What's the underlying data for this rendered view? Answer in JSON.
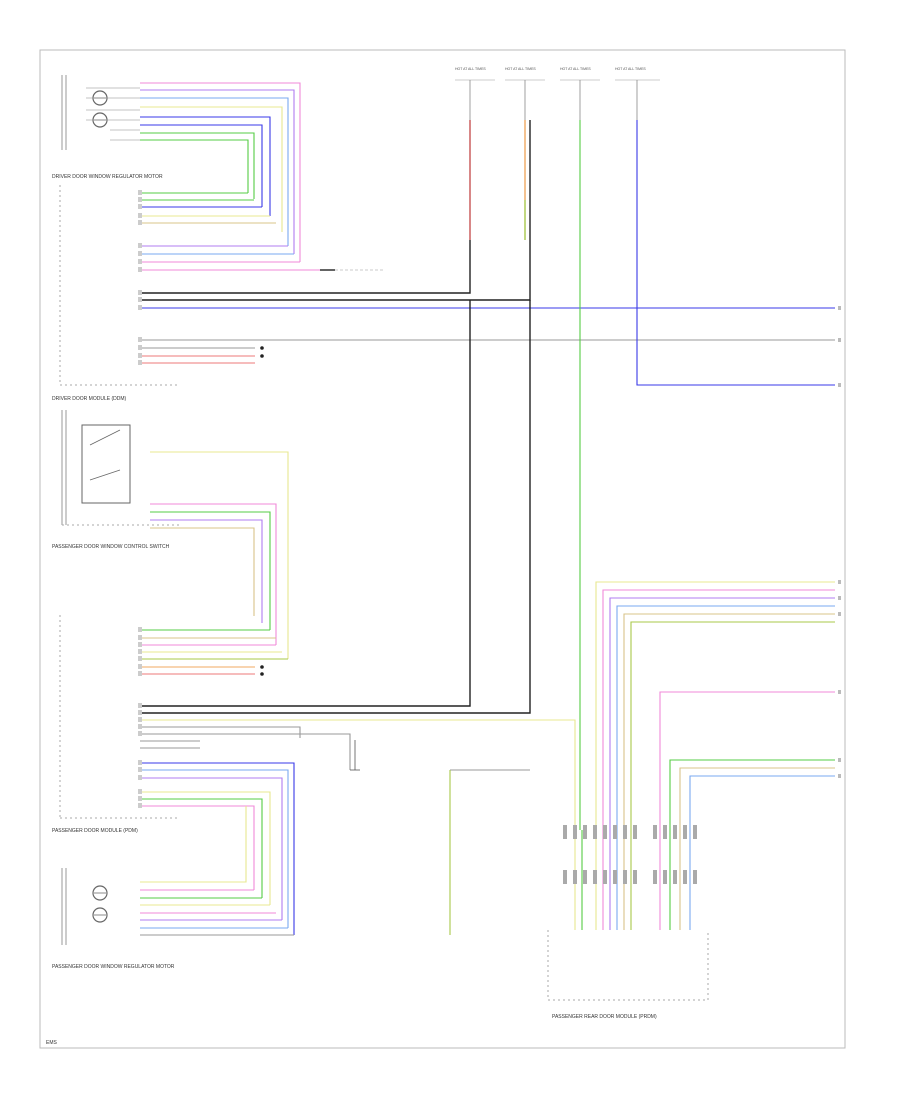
{
  "colors": {
    "frame": "#bbbbbb",
    "black": "#222222",
    "blue": "#3a3ae8",
    "green": "#55cc44",
    "pink": "#f08ad8",
    "violet": "#b07cf0",
    "yellow": "#e8e890",
    "red": "#ee7a7a",
    "orange": "#f0a860",
    "gray": "#999999",
    "lightblue": "#7aa8f0",
    "tan": "#d8c48a",
    "olive": "#a8c84a"
  },
  "labels": {
    "driver_window_switch": "DRIVER DOOR WINDOW REGULATOR MOTOR",
    "driver_door_module": "DRIVER DOOR MODULE (DDM)",
    "passenger_control_switch": "PASSENGER DOOR WINDOW CONTROL SWITCH",
    "passenger_door_module": "PASSENGER DOOR MODULE (PDM)",
    "passenger_window_motor": "PASSENGER DOOR WINDOW REGULATOR MOTOR",
    "rear_door_module": "PASSENGER REAR DOOR MODULE (PRDM)",
    "footer": "EMS"
  },
  "fuses": [
    {
      "label": "HOT AT ALL TIMES"
    },
    {
      "label": "HOT AT ALL TIMES"
    },
    {
      "label": "HOT AT ALL TIMES"
    },
    {
      "label": "HOT AT ALL TIMES"
    }
  ]
}
